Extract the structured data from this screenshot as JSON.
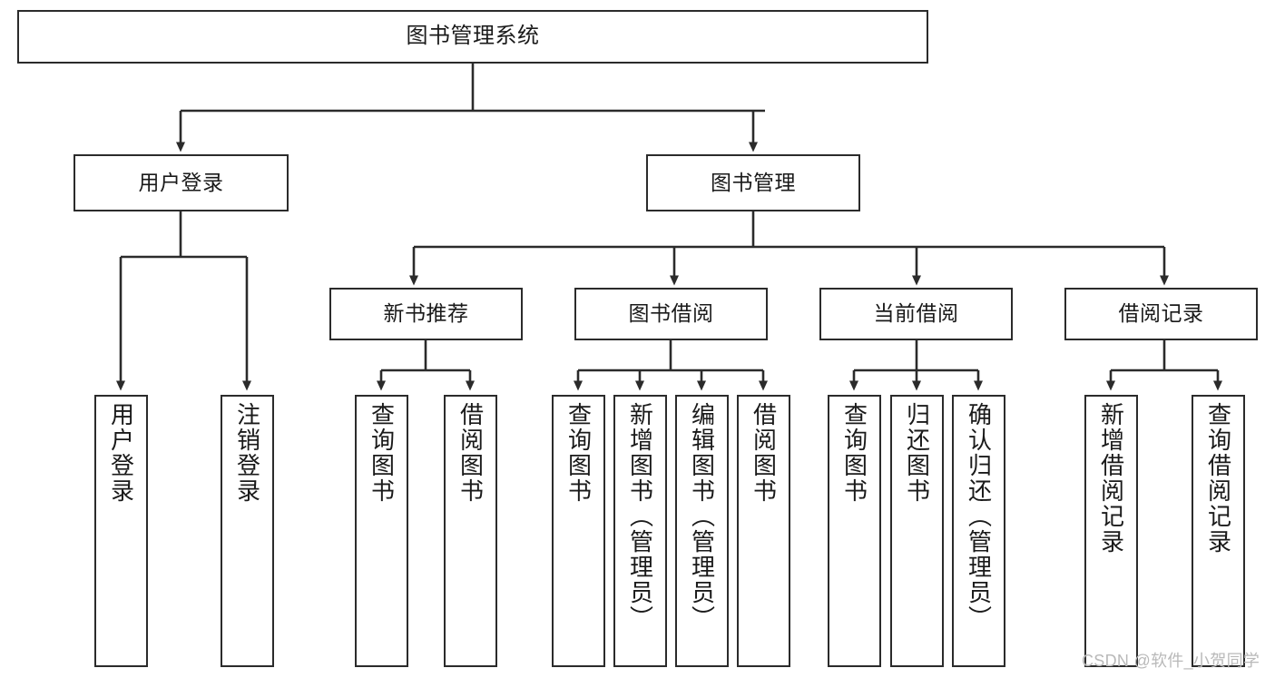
{
  "diagram": {
    "type": "tree-hierarchy-flowchart",
    "title": "图书管理系统",
    "levels": {
      "level1": [
        {
          "id": "root",
          "label": "图书管理系统"
        }
      ],
      "level2": [
        {
          "id": "user-login",
          "label": "用户登录",
          "parent": "root"
        },
        {
          "id": "book-manage",
          "label": "图书管理",
          "parent": "root"
        }
      ],
      "level3": [
        {
          "id": "new-book-rec",
          "label": "新书推荐",
          "parent": "book-manage"
        },
        {
          "id": "book-borrow",
          "label": "图书借阅",
          "parent": "book-manage"
        },
        {
          "id": "current-borrow",
          "label": "当前借阅",
          "parent": "book-manage"
        },
        {
          "id": "borrow-record",
          "label": "借阅记录",
          "parent": "book-manage"
        }
      ],
      "leaves": [
        {
          "id": "leaf-user-login",
          "label": "用户登录",
          "parent": "user-login"
        },
        {
          "id": "leaf-logout",
          "label": "注销登录",
          "parent": "user-login"
        },
        {
          "id": "leaf-query-book-1",
          "label": "查询图书",
          "parent": "new-book-rec"
        },
        {
          "id": "leaf-borrow-book-1",
          "label": "借阅图书",
          "parent": "new-book-rec"
        },
        {
          "id": "leaf-query-book-2",
          "label": "查询图书",
          "parent": "book-borrow"
        },
        {
          "id": "leaf-add-book",
          "label": "新增图书（管理员）",
          "parent": "book-borrow"
        },
        {
          "id": "leaf-edit-book",
          "label": "编辑图书（管理员）",
          "parent": "book-borrow"
        },
        {
          "id": "leaf-borrow-book-2",
          "label": "借阅图书",
          "parent": "book-borrow"
        },
        {
          "id": "leaf-query-book-3",
          "label": "查询图书",
          "parent": "current-borrow"
        },
        {
          "id": "leaf-return-book",
          "label": "归还图书",
          "parent": "current-borrow"
        },
        {
          "id": "leaf-confirm-return",
          "label": "确认归还（管理员）",
          "parent": "current-borrow"
        },
        {
          "id": "leaf-add-record",
          "label": "新增借阅记录",
          "parent": "borrow-record"
        },
        {
          "id": "leaf-query-record",
          "label": "查询借阅记录",
          "parent": "borrow-record"
        }
      ]
    },
    "colors": {
      "stroke": "#2b2b2b",
      "fill": "#ffffff",
      "text": "#1a1a1a",
      "watermark": "#b9b9b9"
    }
  },
  "watermark": {
    "text": "CSDN @软件_小贺同学"
  }
}
